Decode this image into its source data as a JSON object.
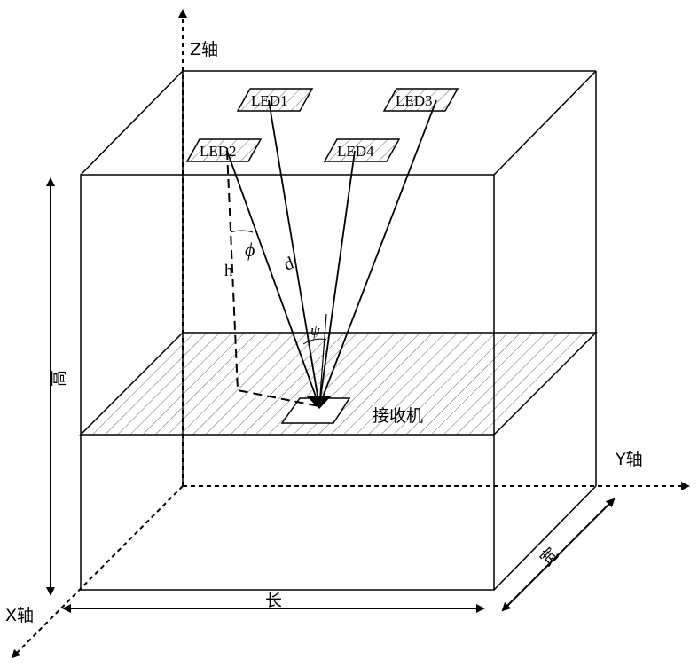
{
  "axes": {
    "z_label": "Z轴",
    "y_label": "Y轴",
    "x_label": "X轴"
  },
  "dimensions": {
    "height": "高",
    "length": "长",
    "width": "宽"
  },
  "leds": [
    {
      "label": "LED1"
    },
    {
      "label": "LED2"
    },
    {
      "label": "LED3"
    },
    {
      "label": "LED4"
    }
  ],
  "annotations": {
    "phi": "ϕ",
    "h": "h",
    "d": "d",
    "psi": "ψ"
  },
  "receiver": {
    "label": "接收机"
  },
  "colors": {
    "stroke": "#000000",
    "hatch": "#555555",
    "background": "#ffffff"
  }
}
